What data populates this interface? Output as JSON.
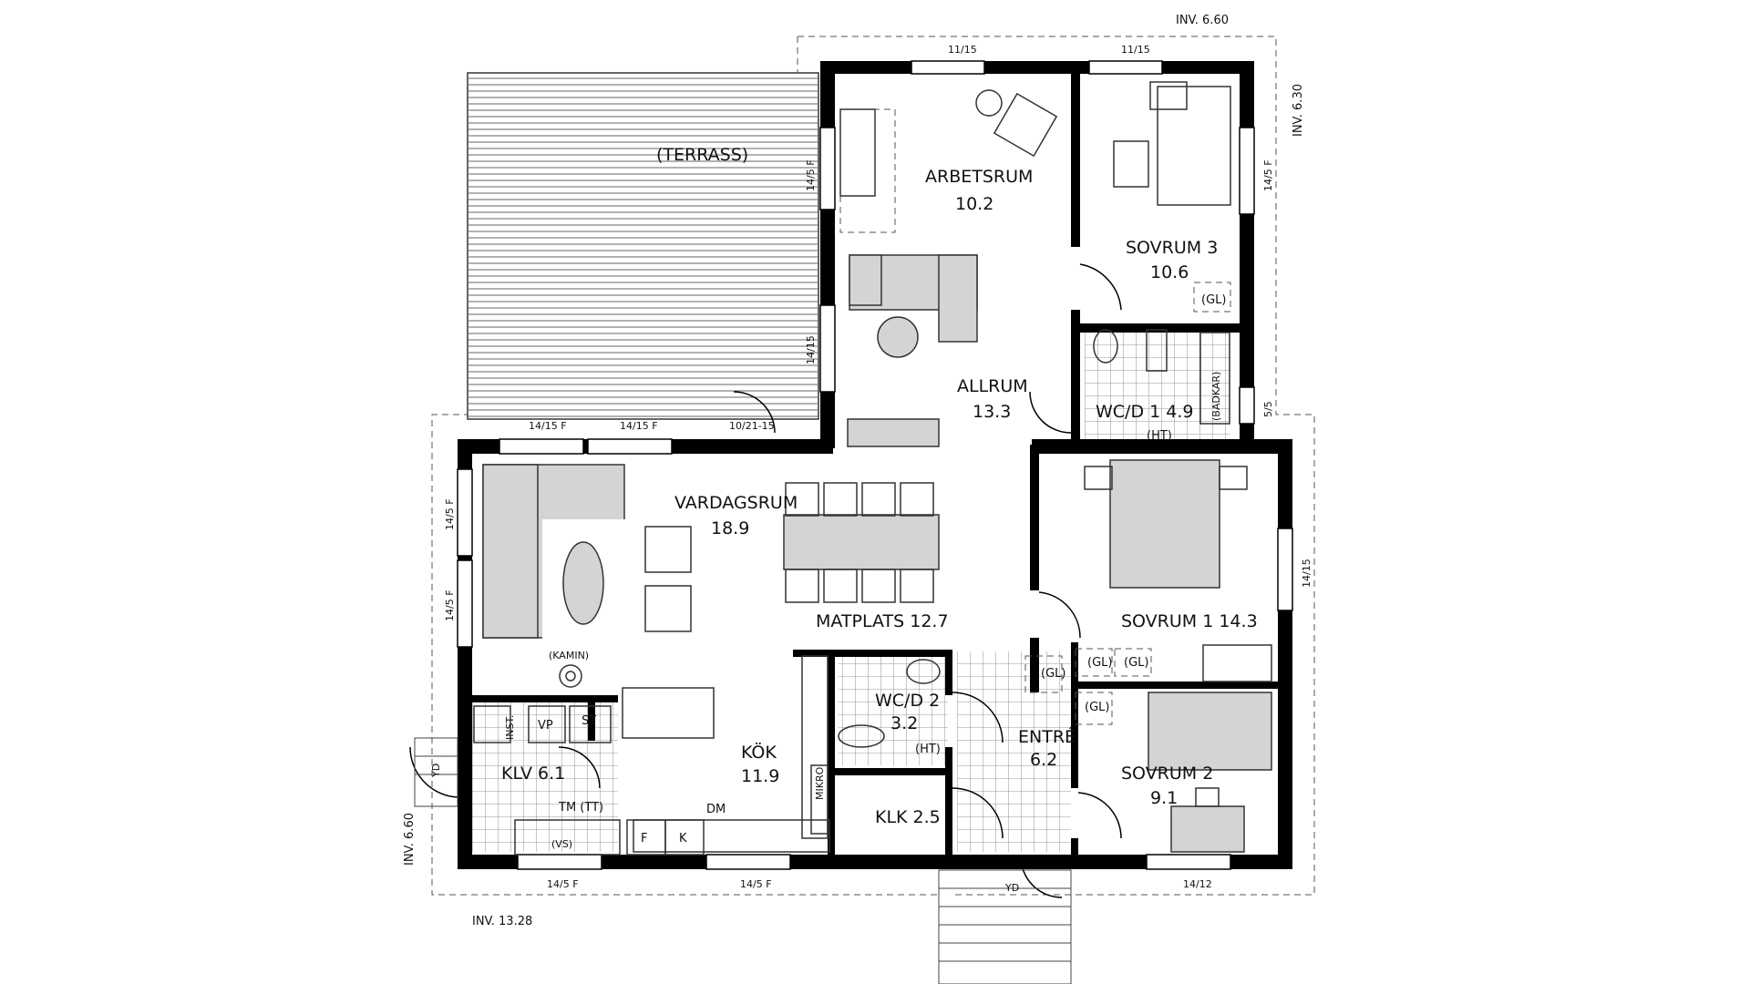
{
  "rooms": {
    "terrass": "(TERRASS)",
    "arbetsrum_name": "ARBETSRUM",
    "arbetsrum_area": "10.2",
    "sovrum3_name": "SOVRUM 3",
    "sovrum3_area": "10.6",
    "allrum_name": "ALLRUM",
    "allrum_area": "13.3",
    "wcd1": "WC/D 1 4.9",
    "vardagsrum_name": "VARDAGSRUM",
    "vardagsrum_area": "18.9",
    "matplats": "MATPLATS 12.7",
    "sovrum1": "SOVRUM 1 14.3",
    "kok_name": "KÖK",
    "kok_area": "11.9",
    "wcd2_name": "WC/D 2",
    "wcd2_area": "3.2",
    "entre_name": "ENTRÉ",
    "entre_area": "6.2",
    "sovrum2_name": "SOVRUM 2",
    "sovrum2_area": "9.1",
    "klv": "KLV 6.1",
    "klk": "KLK 2.5"
  },
  "fixtures": {
    "gl": "(GL)",
    "ht": "(HT)",
    "badkar": "(BADKAR)",
    "kamin": "(KAMIN)",
    "inst": "INST.",
    "vp": "VP",
    "st": "ST",
    "tm": "TM (TT)",
    "vs": "(VS)",
    "dm": "DM",
    "f": "F",
    "k": "K",
    "mikro": "MIKRO",
    "yd": "YD"
  },
  "windows": {
    "top_left": "11/15",
    "top_right": "11/15",
    "arb_left": "14/5 F",
    "allrum_left": "14/15",
    "sov3_right": "14/5 F",
    "wc_right": "5/5",
    "terr_1": "14/15 F",
    "terr_2": "14/15 F",
    "terr_door": "10/21-15",
    "vard_left_1": "14/5 F",
    "vard_left_2": "14/5 F",
    "sov1_right": "14/15",
    "bottom_1": "14/5 F",
    "bottom_2": "14/5 F",
    "bottom_3": "14/12"
  },
  "levels": {
    "top": "INV. 6.60",
    "right": "INV. 6.30",
    "left": "INV. 6.60",
    "bottom": "INV. 13.28"
  }
}
